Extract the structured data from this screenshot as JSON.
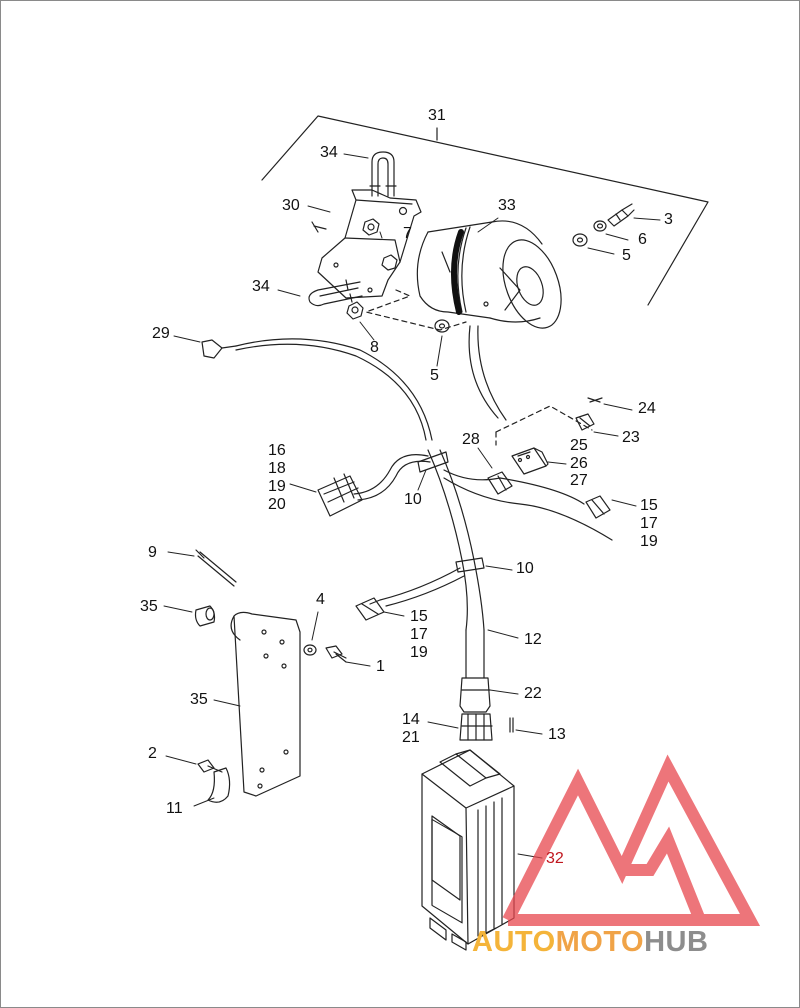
{
  "callouts": {
    "c31": "31",
    "c34a": "34",
    "c33": "33",
    "c30": "30",
    "c3": "3",
    "c7": "7",
    "c6": "6",
    "c5a": "5",
    "c34b": "34",
    "c29": "29",
    "c8": "8",
    "c5b": "5",
    "c24": "24",
    "c28": "28",
    "c25": "25",
    "c23": "23",
    "c26": "26",
    "c27": "27",
    "c16": "16",
    "c18": "18",
    "c19a": "19",
    "c20": "20",
    "c10a": "10",
    "c15a": "15",
    "c17a": "17",
    "c19b": "19",
    "c9": "9",
    "c10b": "10",
    "c35a": "35",
    "c4": "4",
    "c15b": "15",
    "c17b": "17",
    "c19c": "19",
    "c1": "1",
    "c12": "12",
    "c35b": "35",
    "c22": "22",
    "c14": "14",
    "c21": "21",
    "c13": "13",
    "c2": "2",
    "c11": "11",
    "c32": "32"
  },
  "watermark": {
    "part1": "AUTO",
    "part2": "MOTO",
    "part3": "HUB",
    "colors": {
      "triangle": "#e8474e",
      "auto": "#f4b43a",
      "moto": "#f0a347",
      "hub": "#8d8d8d"
    }
  }
}
